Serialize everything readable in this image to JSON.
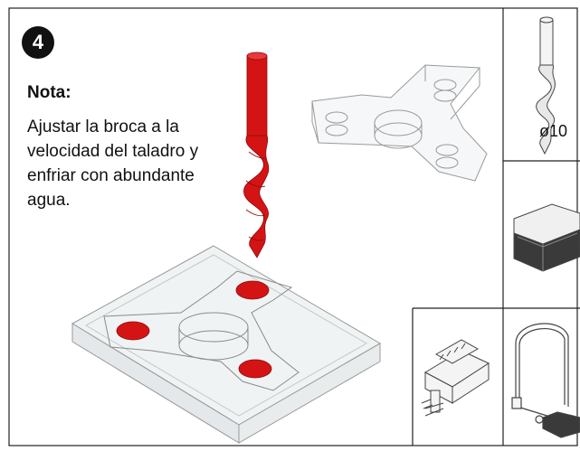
{
  "step": {
    "number": "4"
  },
  "note": {
    "title": "Nota:",
    "lines": [
      "Ajustar la broca a la",
      "velocidad del taladro y",
      "enfriar con abundante",
      "agua."
    ]
  },
  "tools": {
    "drill_bit_size": "ø10"
  },
  "colors": {
    "accent_red": "#d41414",
    "frame": "#222222",
    "acrylic_stroke": "#9a9a9a"
  }
}
